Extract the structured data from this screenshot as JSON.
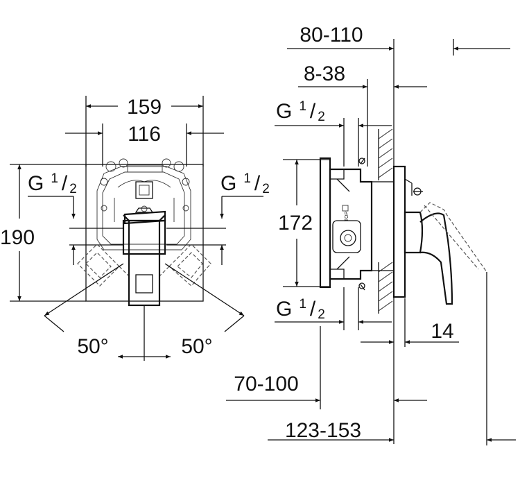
{
  "front_view": {
    "width_outer": "159",
    "width_inner": "116",
    "height": "190",
    "thread_left": {
      "base": "G",
      "sup": "1",
      "sub": "2"
    },
    "thread_right": {
      "base": "G",
      "sup": "1",
      "sub": "2"
    },
    "angle_left": "50°",
    "angle_right": "50°"
  },
  "side_view": {
    "depth_total": "80-110",
    "depth_wall": "8-38",
    "thread_top": {
      "base": "G",
      "sup": "1",
      "sub": "2"
    },
    "thread_bottom": {
      "base": "G",
      "sup": "1",
      "sub": "2"
    },
    "height": "172",
    "plate_gap": "14",
    "depth_70": "70-100",
    "depth_123": "123-153",
    "box_label": "TOP"
  }
}
